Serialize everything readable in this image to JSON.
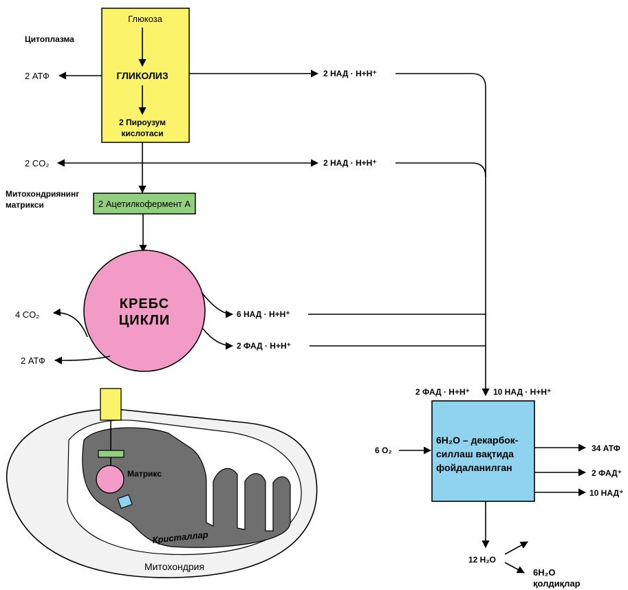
{
  "colors": {
    "glycolysis_box": "#fbf46b",
    "acetyl_box": "#92cf7f",
    "krebs_circle": "#f29bc6",
    "etc_box": "#8fd3ee",
    "matrix_gray": "#6f6f6f",
    "mito_outer": "#f2f2f2"
  },
  "labels": {
    "cytoplasm": "Цитоплазма",
    "matrix_region_l1": "Митохондриянинг",
    "matrix_region_l2": "матрикси",
    "glucose": "Глюкоза",
    "glycolysis": "ГЛИКОЛИЗ",
    "pyruvate_l1": "2 Пироузум",
    "pyruvate_l2": "кислотаси",
    "acetyl": "2 Ацетилкофермент А",
    "krebs_l1": "КРЕБС",
    "krebs_l2": "ЦИКЛИ",
    "etc_l1": "6H₂O – декарбок-",
    "etc_l2": "силлаш вақтида",
    "etc_l3": "фойдаланилган",
    "mito_matrix": "Матрикс",
    "mito_cristae": "Кристаллар",
    "mitochondrion": "Митохондрия"
  },
  "flows": {
    "atp_glycolysis": "2 АТФ",
    "nadh_glycolysis": "2 НАД · Н+Н⁺",
    "co2_pyruvate": "2 CO₂",
    "nadh_pyruvate": "2 НАД · Н+Н⁺",
    "co2_krebs": "4 CO₂",
    "nadh_krebs": "6 НАД · Н+Н⁺",
    "fadh_krebs": "2 ФАД · Н+Н⁺",
    "atp_krebs": "2 АТФ",
    "fadh_total": "2 ФАД · Н+Н⁺",
    "nadh_total": "10 НАД · Н+Н⁺",
    "oxygen": "6 O₂",
    "atp_out": "34 АТФ",
    "fad_out": "2 ФАД⁺",
    "nad_out": "10 НАД⁺",
    "water": "12 H₂O",
    "water_left_l1": "6H₂O",
    "water_left_l2": "қолдиқлар"
  }
}
